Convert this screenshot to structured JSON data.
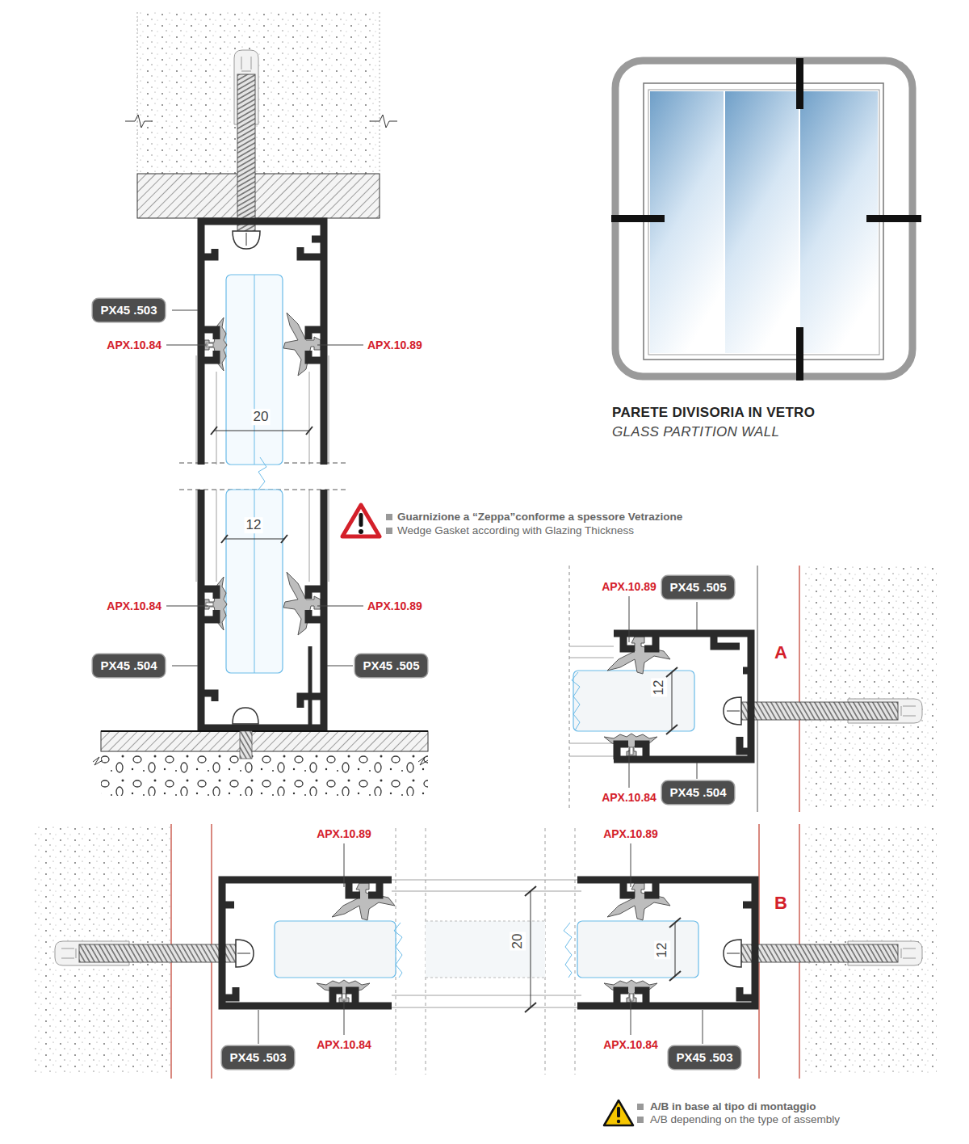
{
  "diagram": {
    "title": "PARETE DIVISORIA IN VETRO",
    "caption": "GLASS PARTITION WALL",
    "nodes": [
      {
        "text": [
          "PX45 .503"
        ]
      },
      {
        "text": [
          "PX45 .504"
        ]
      },
      {
        "text": [
          "PX45 .505"
        ]
      },
      {
        "text": [
          "PX45 .505"
        ]
      },
      {
        "text": [
          "PX45 .504"
        ]
      },
      {
        "text": [
          "PX45 .503"
        ]
      },
      {
        "text": [
          "PX45 .503"
        ]
      }
    ],
    "labels": [
      "APX.10.84",
      "APX.10.89",
      "20",
      "12",
      "Guarnizione a “Zeppa”conforme a spessore Vetrazione",
      "Wedge Gasket according with Glazing Thickness",
      "APX.10.84",
      "APX.10.89",
      "APX.10.89",
      "A",
      "12",
      "APX.10.84",
      "APX.10.89",
      "APX.10.89",
      "B",
      "20",
      "12",
      "APX.10.84",
      "APX.10.84",
      "A/B in base al tipo di montaggio",
      "A/B depending on the type of assembly"
    ]
  }
}
